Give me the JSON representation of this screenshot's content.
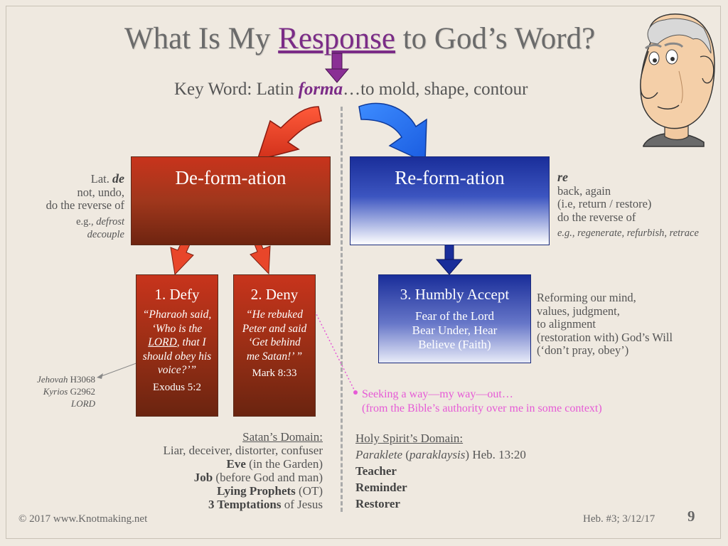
{
  "title": {
    "prefix": "What Is My ",
    "highlight": "Response",
    "suffix": " to God’s Word?"
  },
  "keyword": {
    "prefix": "Key Word:  Latin ",
    "highlight": "forma",
    "suffix": "…to mold, shape, contour"
  },
  "left_box": {
    "label": "De-form-ation"
  },
  "right_box": {
    "label": "Re-form-ation"
  },
  "lat_left": {
    "line1_prefix": "Lat. ",
    "line1_word": "de",
    "line2": "not, undo,",
    "line3": "do the reverse of",
    "eg_prefix": "e.g., ",
    "eg_1": "defrost",
    "eg_2": "decouple"
  },
  "lat_right": {
    "word": "re",
    "line2": "back, again",
    "line3": "(i.e, return / restore)",
    "line4": "do the reverse of",
    "eg": "e.g., regenerate, refurbish, retrace"
  },
  "defy": {
    "heading": "1. Defy",
    "quote_a": "“Pharaoh said, ‘Who is the ",
    "quote_lord": "LORD",
    "quote_b": ", that I should obey his voice?’”",
    "ref": "Exodus 5:2"
  },
  "deny": {
    "heading": "2. Deny",
    "quote": "“He rebuked Peter and said ‘Get behind me Satan!’ ”",
    "ref": "Mark 8:33"
  },
  "accept": {
    "heading": "3. Humbly Accept",
    "line1": "Fear of the Lord",
    "line2": "Bear Under, Hear",
    "line3": "Believe (Faith)"
  },
  "reforming": {
    "line1": "Reforming our mind,",
    "line2": "values, judgment,",
    "line3": "to alignment",
    "line4": "(restoration with) God’s Will",
    "line5": "(‘don’t pray, obey’)"
  },
  "jehovah": {
    "line1_name": "Jehovah",
    "line1_code": " H3068",
    "line2_name": "Kyrios",
    "line2_code": " G2962",
    "line3": "LORD"
  },
  "seeking": {
    "line1": "Seeking a way—my way—out…",
    "line2": "(from the Bible’s authority over me in some context)"
  },
  "satan": {
    "heading": "Satan’s Domain:",
    "line1": "Liar, deceiver, distorter, confuser",
    "eve_b": "Eve",
    "eve_r": " (in the Garden)",
    "job_b": "Job",
    "job_r": " (before God and man)",
    "lying_b": "Lying Prophets",
    "lying_r": " (OT)",
    "temp_b": "3 Temptations",
    "temp_r": " of Jesus"
  },
  "holy": {
    "heading": "Holy Spirit’s Domain:",
    "paraklete_i": "Paraklete",
    "paraklete_paren_open": " (",
    "paraklysis_i": "paraklaysis",
    "paraklete_rest": ") Heb. 13:20",
    "teacher": "Teacher",
    "reminder": "Reminder",
    "restorer": "Restorer"
  },
  "footer": {
    "copyright": "©  2017  www.Knotmaking.net",
    "ref": "Heb. #3; 3/12/17",
    "page": "9"
  },
  "colors": {
    "accent_purple": "#7b2c87",
    "red": "#c8341c",
    "blue": "#1a2e9a",
    "pink": "#e65ad6",
    "background": "#efe9e0"
  }
}
